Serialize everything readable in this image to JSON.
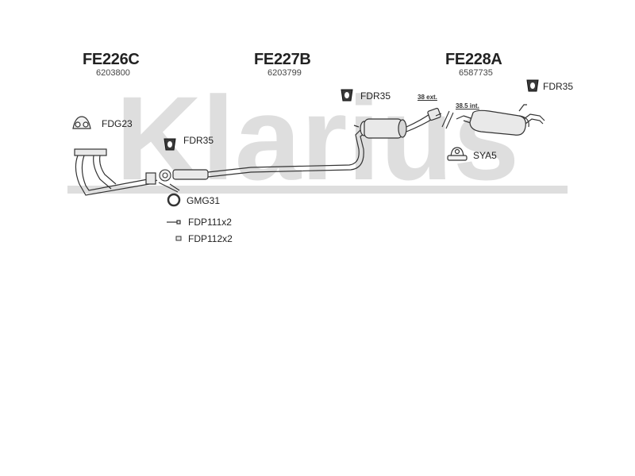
{
  "watermark": "Klarius",
  "sections": [
    {
      "part": "FE226C",
      "oe": "6203800"
    },
    {
      "part": "FE227B",
      "oe": "6203799"
    },
    {
      "part": "FE228A",
      "oe": "6587735"
    }
  ],
  "components": {
    "fdg23": "FDG23",
    "fdr35_a": "FDR35",
    "fdr35_b": "FDR35",
    "fdr35_c": "FDR35",
    "gmg31": "GMG31",
    "fdp111": "FDP111x2",
    "fdp112": "FDP112x2",
    "sya5": "SYA5"
  },
  "dimensions": {
    "ext": "38 ext.",
    "int": "38.5 int."
  },
  "colors": {
    "watermark": "#dedede",
    "line": "#333333",
    "part_fill": "#e9e9e9"
  }
}
